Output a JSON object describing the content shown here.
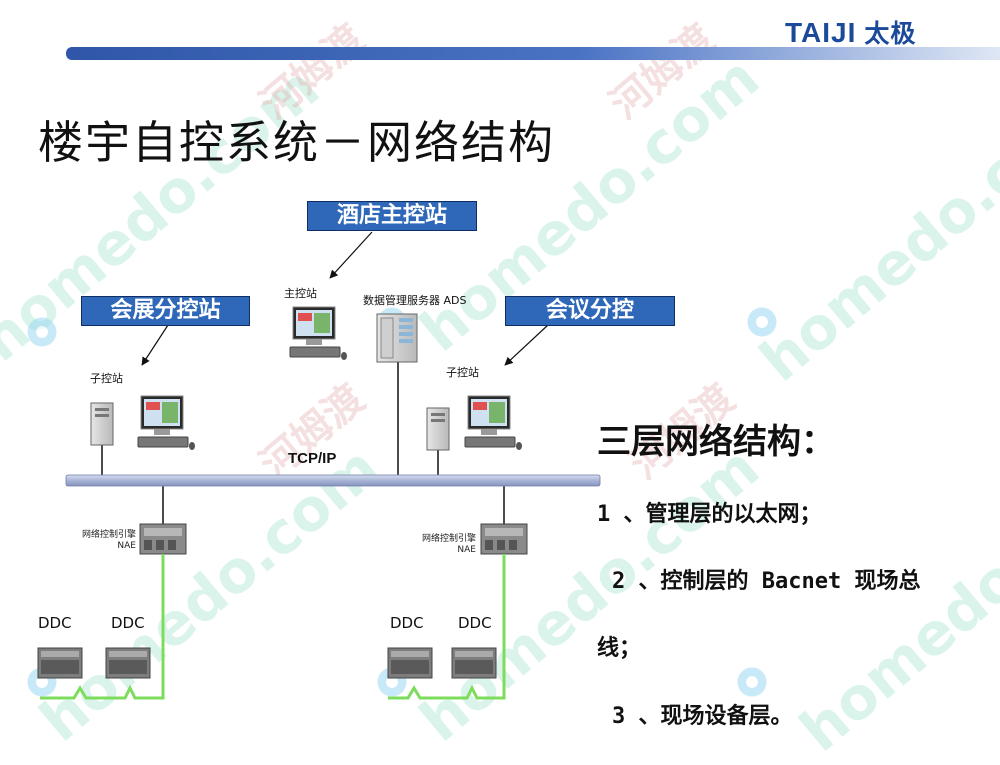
{
  "logo": {
    "brand": "TAIJI",
    "brand_cn": "太极"
  },
  "title": "楼宇自控系统－网络结构",
  "diagram": {
    "stations": {
      "hotel_main": "酒店主控站",
      "exhibition": "会展分控站",
      "conference": "会议分控"
    },
    "nodes": {
      "main_station": "主控站",
      "data_server": "数据管理服务器 ADS",
      "sub_station_left": "子控站",
      "sub_station_right": "子控站",
      "network_label": "TCP/IP",
      "nae_left_line1": "网络控制引擎",
      "nae_left_line2": "NAE",
      "nae_right_line1": "网络控制引擎",
      "nae_right_line2": "NAE",
      "ddc_1": "DDC",
      "ddc_2": "DDC",
      "ddc_3": "DDC",
      "ddc_4": "DDC"
    }
  },
  "structure": {
    "heading": "三层网络结构：",
    "item1": "1 、管理层的以太网；",
    "item2a": "2 、控制层的 Bacnet 现场总",
    "item2b": "线；",
    "item3": "3 、现场设备层。"
  },
  "colors": {
    "label_bg": "#2f67b9",
    "bus": "#aab6d6",
    "field_bus": "#7ddc5c",
    "header_bar": "#2f56a8"
  }
}
